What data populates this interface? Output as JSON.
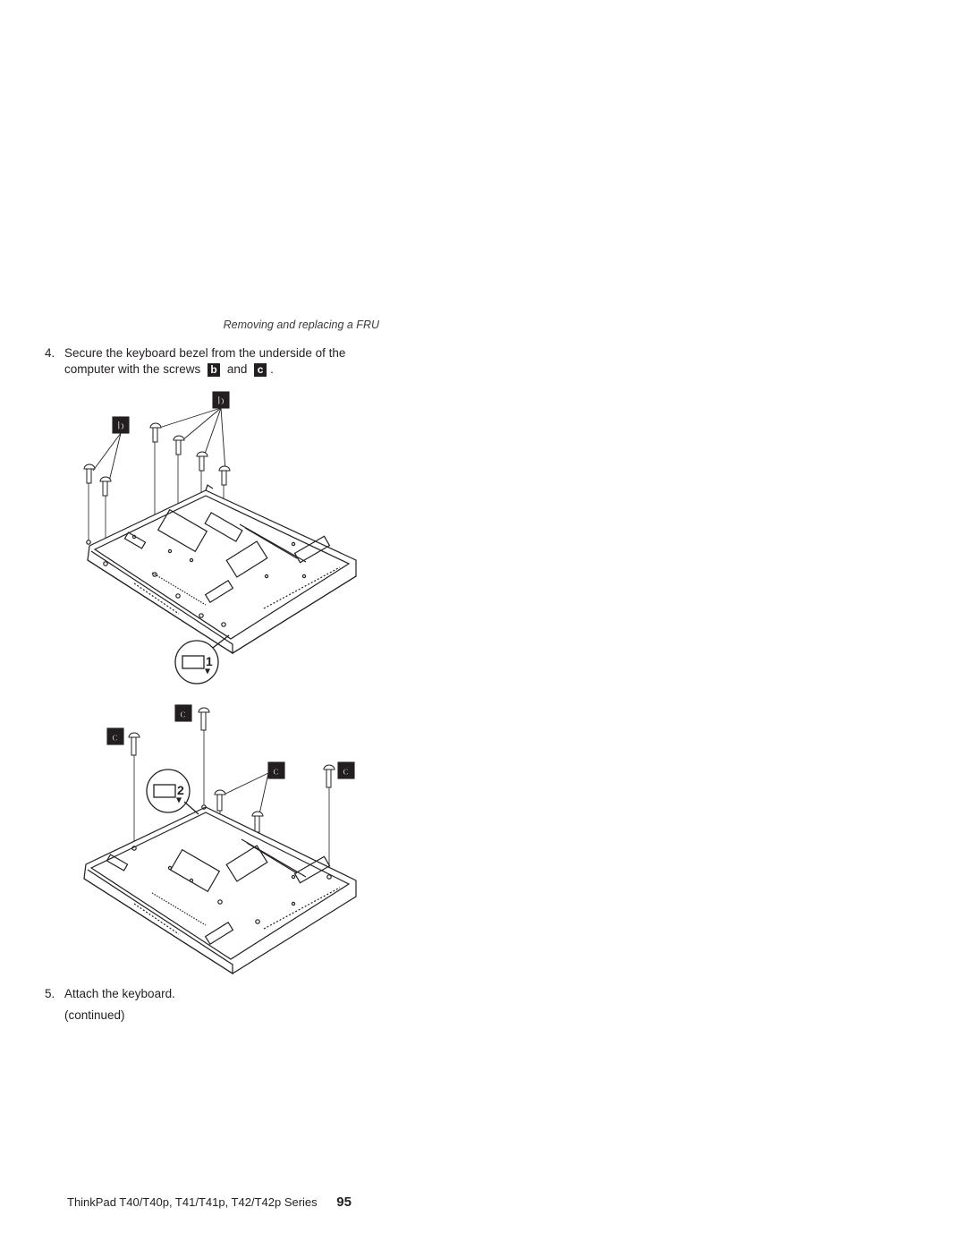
{
  "header": {
    "section": "Removing and replacing a FRU"
  },
  "step4": {
    "number": "4.",
    "text_a": "Secure the keyboard bezel from the underside of the",
    "text_b": "computer with the screws",
    "screw_b": "b",
    "and": "and",
    "screw_c": "c",
    "end": "."
  },
  "figure_top": {
    "callout_left": "b",
    "callout_right": "b",
    "step_number": "1"
  },
  "figure_bottom": {
    "callout_1": "c",
    "callout_2": "c",
    "callout_3": "c",
    "callout_4": "c",
    "step_number": "2"
  },
  "step5": {
    "number": "5.",
    "text": "Attach the keyboard."
  },
  "continued": "(continued)",
  "footer": {
    "title": "ThinkPad T40/T40p, T41/T41p, T42/T42p Series",
    "page": "95"
  }
}
